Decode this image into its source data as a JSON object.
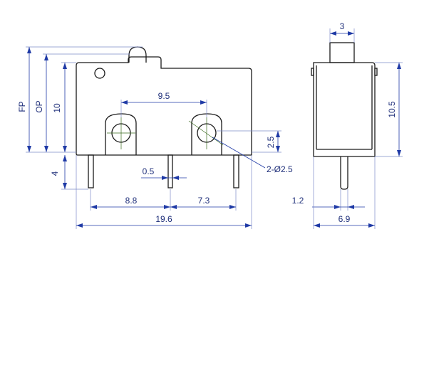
{
  "drawing": {
    "front_view": {
      "fp_label": "FP",
      "op_label": "OP",
      "height_label": "10",
      "pin_length_label": "4",
      "hole_spacing_label": "9.5",
      "hole_offset_label": "2.5",
      "hole_callout_label": "2-Ø2.5",
      "pin_width_label": "0.5",
      "pin_pitch_left_label": "8.8",
      "pin_pitch_right_label": "7.3",
      "overall_width_label": "19.6"
    },
    "side_view": {
      "actuator_width_label": "3",
      "height_label": "10.5",
      "pin_thickness_label": "1.2",
      "overall_depth_label": "6.9"
    }
  },
  "colors": {
    "outline": "#1a1a1a",
    "dimension": "#1f3aa6",
    "centerline": "#3b6b1f"
  }
}
